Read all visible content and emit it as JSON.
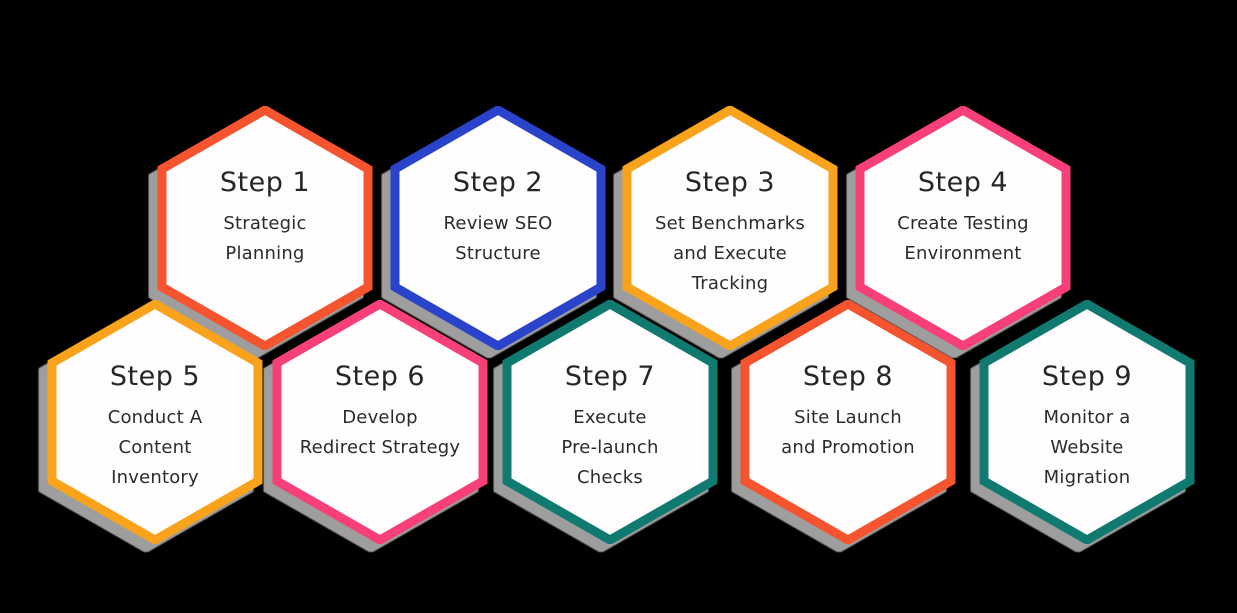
{
  "infographic": {
    "background_color": "#000000",
    "shadow_color": "#9e9e9e",
    "fill_color": "#fffdfd",
    "title_text_color": "#262626",
    "description_text_color": "#2b2b2b",
    "palette": {
      "orange_red": "#f5542f",
      "blue": "#2a43cb",
      "amber": "#f9a31c",
      "pink": "#f74077",
      "teal": "#107a70"
    },
    "steps": [
      {
        "label": "Step 1",
        "lines": [
          "Strategic",
          "Planning"
        ],
        "color": "#f5542f"
      },
      {
        "label": "Step 2",
        "lines": [
          "Review SEO",
          "Structure"
        ],
        "color": "#2a43cb"
      },
      {
        "label": "Step 3",
        "lines": [
          "Set Benchmarks",
          "and Execute",
          "Tracking"
        ],
        "color": "#f9a31c"
      },
      {
        "label": "Step 4",
        "lines": [
          "Create Testing",
          "Environment"
        ],
        "color": "#f74077"
      },
      {
        "label": "Step 5",
        "lines": [
          "Conduct A",
          "Content",
          "Inventory"
        ],
        "color": "#f9a31c"
      },
      {
        "label": "Step 6",
        "lines": [
          "Develop",
          "Redirect Strategy"
        ],
        "color": "#f74077"
      },
      {
        "label": "Step 7",
        "lines": [
          "Execute",
          "Pre-launch",
          "Checks"
        ],
        "color": "#107a70"
      },
      {
        "label": "Step 8",
        "lines": [
          "Site Launch",
          "and Promotion"
        ],
        "color": "#f5542f"
      },
      {
        "label": "Step 9",
        "lines": [
          "Monitor a",
          "Website",
          "Migration"
        ],
        "color": "#107a70"
      }
    ]
  }
}
